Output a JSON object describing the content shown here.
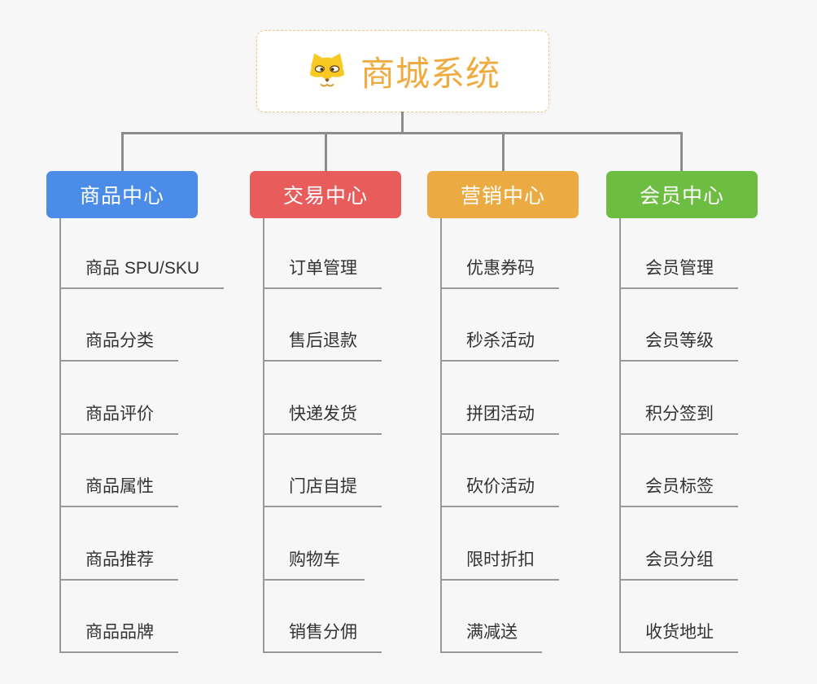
{
  "root": {
    "title": "商城系统",
    "icon": "dog-icon"
  },
  "branches": [
    {
      "label": "商品中心",
      "color": "#4a8ce8",
      "children": [
        "商品 SPU/SKU",
        "商品分类",
        "商品评价",
        "商品属性",
        "商品推荐",
        "商品品牌"
      ]
    },
    {
      "label": "交易中心",
      "color": "#e85c5c",
      "children": [
        "订单管理",
        "售后退款",
        "快递发货",
        "门店自提",
        "购物车",
        "销售分佣"
      ]
    },
    {
      "label": "营销中心",
      "color": "#ecab42",
      "children": [
        "优惠券码",
        "秒杀活动",
        "拼团活动",
        "砍价活动",
        "限时折扣",
        "满减送"
      ]
    },
    {
      "label": "会员中心",
      "color": "#6cbd41",
      "children": [
        "会员管理",
        "会员等级",
        "积分签到",
        "会员标签",
        "会员分组",
        "收货地址"
      ]
    }
  ],
  "colors": {
    "background": "#f7f7f8",
    "connector": "#8c8c8c",
    "leaf_line": "#97999c",
    "root_title": "#f0ab40",
    "root_border": "#f2c887",
    "leaf_text": "#333333",
    "icon_yellow": "#f9c821",
    "icon_brown": "#8a5a2b"
  }
}
